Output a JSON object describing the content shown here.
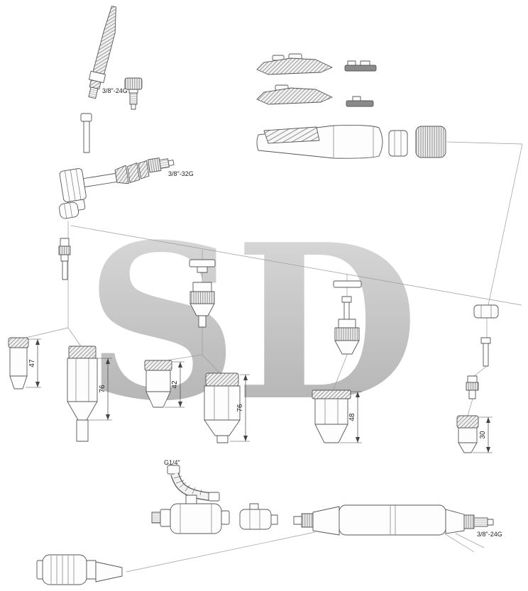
{
  "watermark": "SD",
  "labels": {
    "back_cap_thread": "3/8\"-24G",
    "head_thread": "3/8\"-32G",
    "valve_thread": "G1/4\"",
    "cable_thread": "3/8\"-24G"
  },
  "dimensions": {
    "left_small": "47",
    "left_large": "76",
    "mid_small": "42",
    "mid_large": "76",
    "right_cup": "48",
    "right_small": "30"
  }
}
